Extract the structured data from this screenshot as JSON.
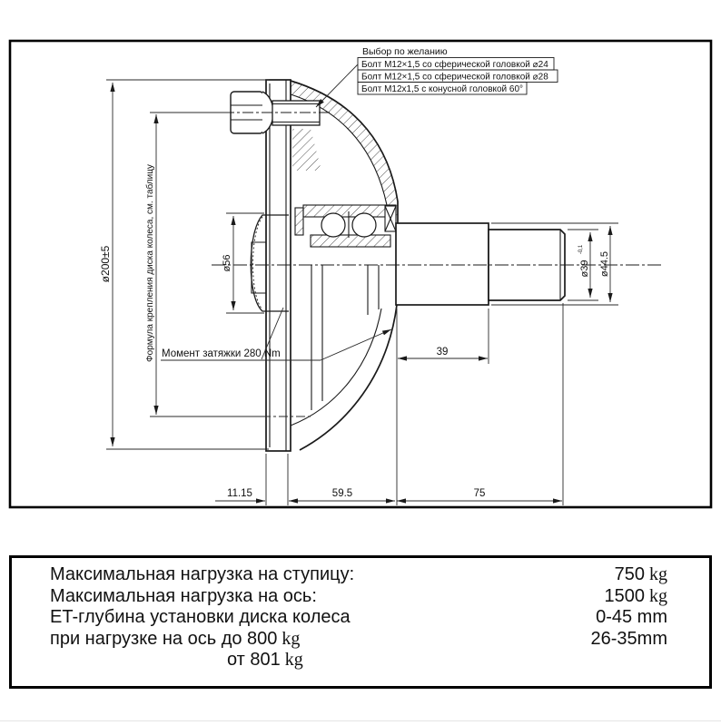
{
  "drawing": {
    "note_top": {
      "title": "Выбор по желанию",
      "options": [
        "Болт М12×1,5 со сферической головкой ⌀24",
        "Болт М12×1,5 со сферической головкой ⌀28",
        "Болт М12х1,5 с конусной головкой 60°"
      ]
    },
    "torque_note": "Момент затяжки 280 Nm",
    "pcd_note": "Формула крепления диска колеса, см. таблицу",
    "dimensions": {
      "hub_outer_diameter": "ø200±5",
      "cap_diameter": "ø56",
      "spindle_end_diameter": "ø39",
      "spindle_end_tolerance": "-0,1",
      "spindle_diameter": "ø44.5",
      "spindle_step_length": "39",
      "flange_thickness": "11.15",
      "hub_length": "59.5",
      "spindle_length": "75"
    }
  },
  "spec_table": {
    "rows": [
      {
        "label": "Максимальная нагрузка на ступицу:",
        "value": "750",
        "unit": "kg"
      },
      {
        "label": "Максимальная нагрузка на ось:",
        "value": "1500",
        "unit": "kg"
      },
      {
        "label": "ET-глубина установки диска колеса",
        "value": "0-45 mm",
        "unit": ""
      },
      {
        "label": "при нагрузке на ось до 800",
        "label_unit": "kg",
        "value": "26-35mm",
        "unit": ""
      },
      {
        "label": "от 801",
        "label_unit": "kg",
        "value": "",
        "unit": ""
      }
    ]
  },
  "colors": {
    "line": "#1a1a1a",
    "dim_line": "#2a2a2a",
    "background": "#ffffff"
  }
}
